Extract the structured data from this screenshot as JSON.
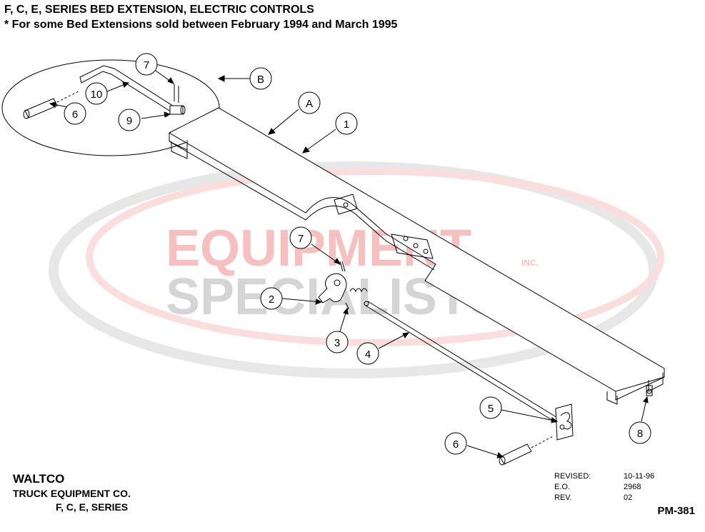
{
  "header": {
    "title": "F, C, E, SERIES BED EXTENSION, ELECTRIC CONTROLS",
    "subtitle": "* For some Bed Extensions sold between February 1994 and March 1995"
  },
  "watermark": {
    "line1": "EQUIPMENT",
    "line2": "SPECIALISTS",
    "inc": "INC.",
    "color_red": "#e74c4c",
    "color_gray": "#8a8a8a"
  },
  "callouts": [
    {
      "id": "callout-b",
      "label": "B"
    },
    {
      "id": "callout-a",
      "label": "A"
    },
    {
      "id": "callout-1",
      "label": "1"
    },
    {
      "id": "callout-7-detail",
      "label": "7"
    },
    {
      "id": "callout-10",
      "label": "10"
    },
    {
      "id": "callout-6-detail",
      "label": "6"
    },
    {
      "id": "callout-9",
      "label": "9"
    },
    {
      "id": "callout-7",
      "label": "7"
    },
    {
      "id": "callout-2",
      "label": "2"
    },
    {
      "id": "callout-3",
      "label": "3"
    },
    {
      "id": "callout-4",
      "label": "4"
    },
    {
      "id": "callout-5",
      "label": "5"
    },
    {
      "id": "callout-6",
      "label": "6"
    },
    {
      "id": "callout-8",
      "label": "8"
    }
  ],
  "footer": {
    "company": "WALTCO",
    "company_line": "TRUCK EQUIPMENT CO.",
    "series": "F, C, E, SERIES",
    "revised_label": "REVISED:",
    "revised_value": "10-11-96",
    "eo_label": "E.O.",
    "eo_value": "2968",
    "rev_label": "REV.",
    "rev_value": "02",
    "part_number": "PM-381"
  }
}
